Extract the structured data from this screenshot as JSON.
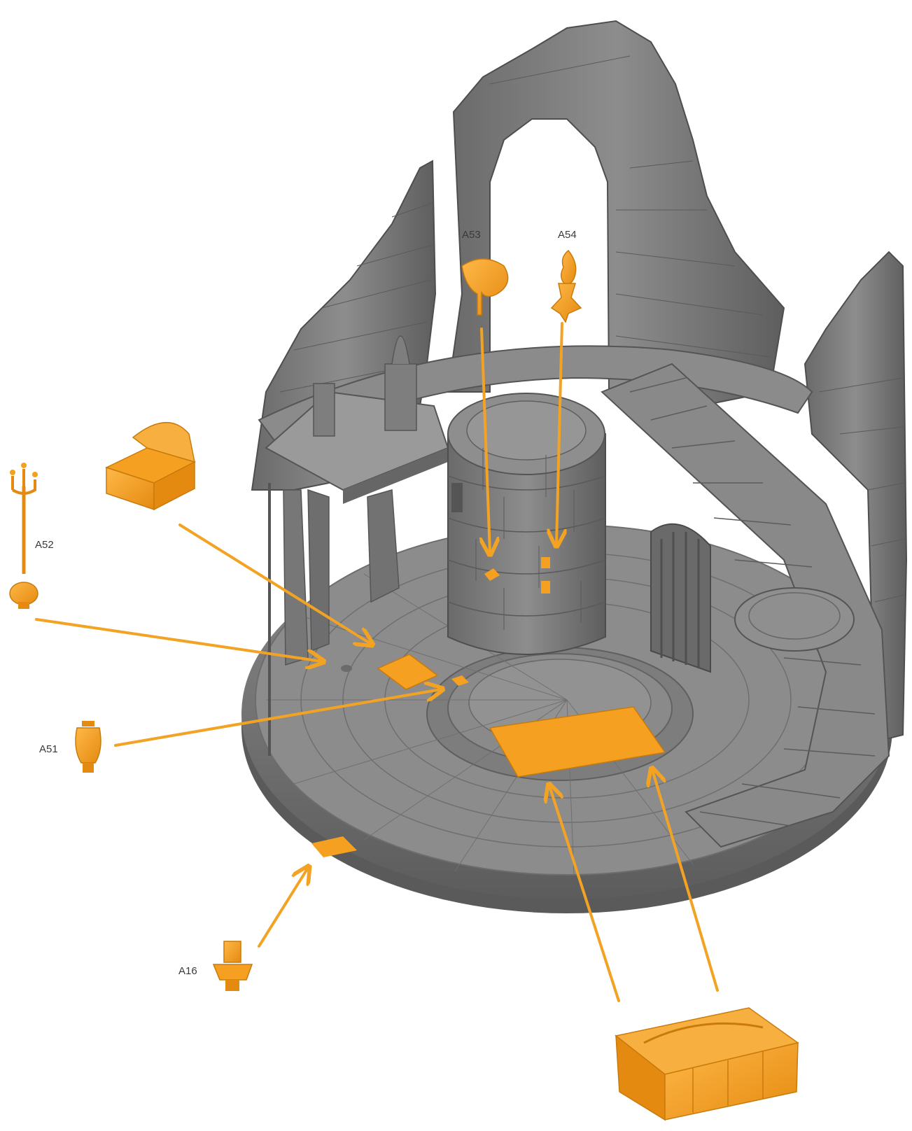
{
  "figure": {
    "part_labels": {
      "a53": "A53",
      "a54": "A54",
      "a52": "A52",
      "a51": "A51",
      "a16": "A16"
    },
    "colors": {
      "highlight_part": "#F5A020",
      "arrow": "#F2A323",
      "model_grey": "#7b7b7b",
      "model_dark": "#4e4e4e",
      "background": "#ffffff"
    }
  }
}
